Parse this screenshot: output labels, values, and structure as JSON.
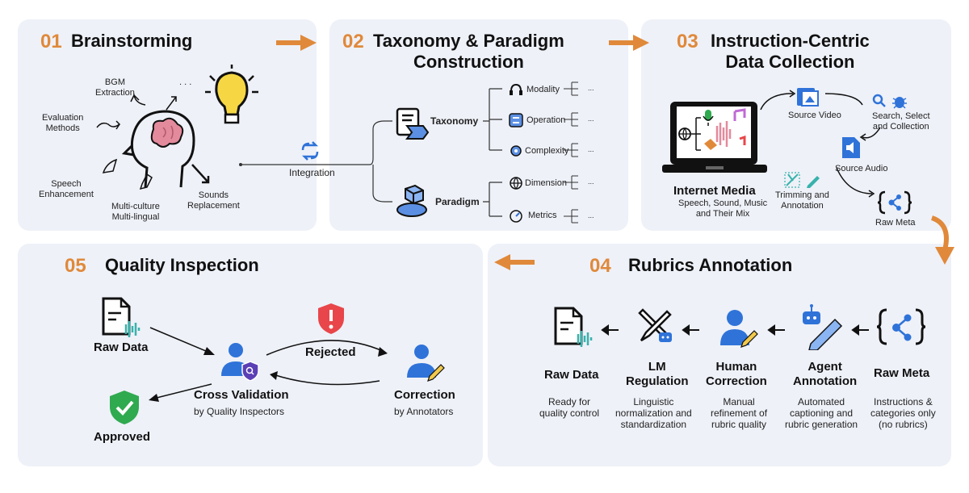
{
  "colors": {
    "accent": "#e0893a",
    "panel": "#eef1f8",
    "blue": "#2f73d9",
    "red": "#e8464a",
    "green": "#2faa4f",
    "pink": "#e38a9c",
    "yellow": "#f6d743"
  },
  "panel1": {
    "num": "01",
    "title": "Brainstorming",
    "labels": {
      "bgm": "BGM\nExtraction",
      "evaluation": "Evaluation\nMethods",
      "speech": "Speech\nEnhancement",
      "multi": "Multi-culture\nMulti-lingual",
      "sounds": "Sounds\nReplacement",
      "dots": ". . ."
    }
  },
  "panel2": {
    "num": "02",
    "title": "Taxonomy & Paradigm\nConstruction",
    "integration": "Integration",
    "taxonomy": "Taxonomy",
    "paradigm": "Paradigm",
    "items": {
      "modality": "Modality",
      "operation": "Operation",
      "complexity": "Complexity",
      "dimension": "Dimension",
      "metrics": "Metrics"
    },
    "leaf": "..."
  },
  "panel3": {
    "num": "03",
    "title": "Instruction-Centric\nData Collection",
    "internet": "Internet Media",
    "internet_sub": "Speech, Sound, Music\nand Their Mix",
    "source_video": "Source Video",
    "source_audio": "Source Audio",
    "search": "Search, Select\nand Collection",
    "trimming": "Trimming and\nAnnotation",
    "raw_meta": "Raw Meta"
  },
  "panel4": {
    "num": "04",
    "title": "Rubrics Annotation",
    "steps": [
      {
        "name": "Raw Data",
        "desc": "Ready for\nquality control"
      },
      {
        "name": "LM\nRegulation",
        "desc": "Linguistic\nnormalization and\nstandardization"
      },
      {
        "name": "Human\nCorrection",
        "desc": "Manual\nrefinement of\nrubric quality"
      },
      {
        "name": "Agent\nAnnotation",
        "desc": "Automated\ncaptioning and\nrubric generation"
      },
      {
        "name": "Raw Meta",
        "desc": "Instructions &\ncategories only\n(no rubrics)"
      }
    ]
  },
  "panel5": {
    "num": "05",
    "title": "Quality Inspection",
    "raw_data": "Raw Data",
    "rejected": "Rejected",
    "cross": "Cross Validation",
    "cross_sub": "by Quality Inspectors",
    "correction": "Correction",
    "correction_sub": "by Annotators",
    "approved": "Approved"
  }
}
